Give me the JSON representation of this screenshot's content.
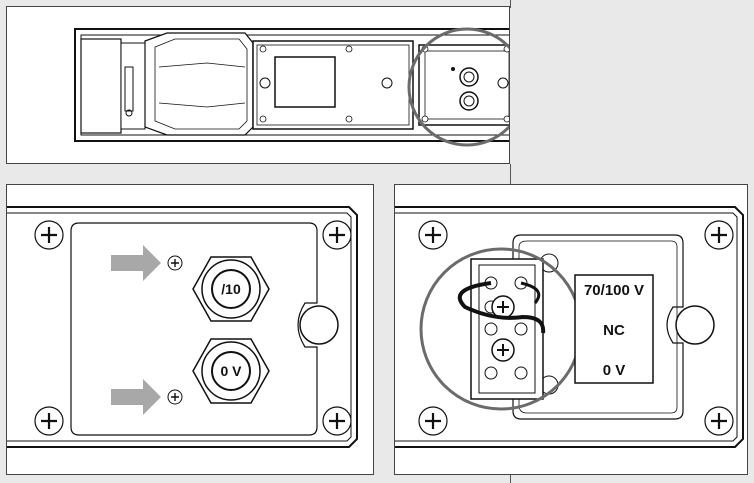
{
  "detail_bottom_left": {
    "gland_top_label": "/10",
    "gland_bottom_label": "0 V"
  },
  "detail_bottom_right": {
    "terminal_labels": [
      "70/100 V",
      "NC",
      "0 V"
    ]
  },
  "colors": {
    "line": "#111111",
    "arrow": "#a8a8a8",
    "callout_circle": "#6b6b6b",
    "background": "#e9e9e9"
  }
}
